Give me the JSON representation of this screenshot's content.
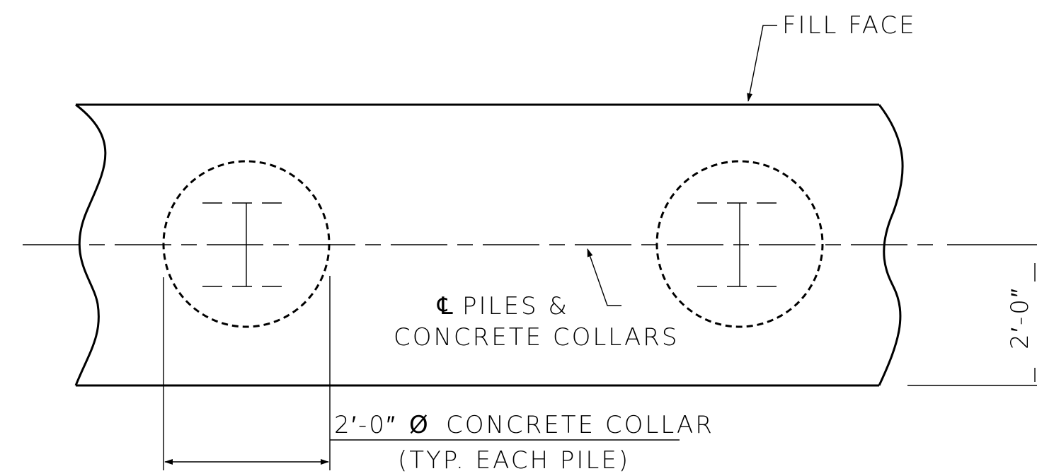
{
  "labels": {
    "fill_face": "FILL FACE",
    "centerline_symbol": "℄",
    "piles_line1": "PILES &",
    "piles_line2": "CONCRETE COLLARS",
    "collar_dim": "2′-0″",
    "diameter_symbol": "Ø",
    "collar_text": "CONCRETE COLLAR",
    "collar_note": "(TYP. EACH PILE)",
    "right_dim": "2′-0″"
  }
}
